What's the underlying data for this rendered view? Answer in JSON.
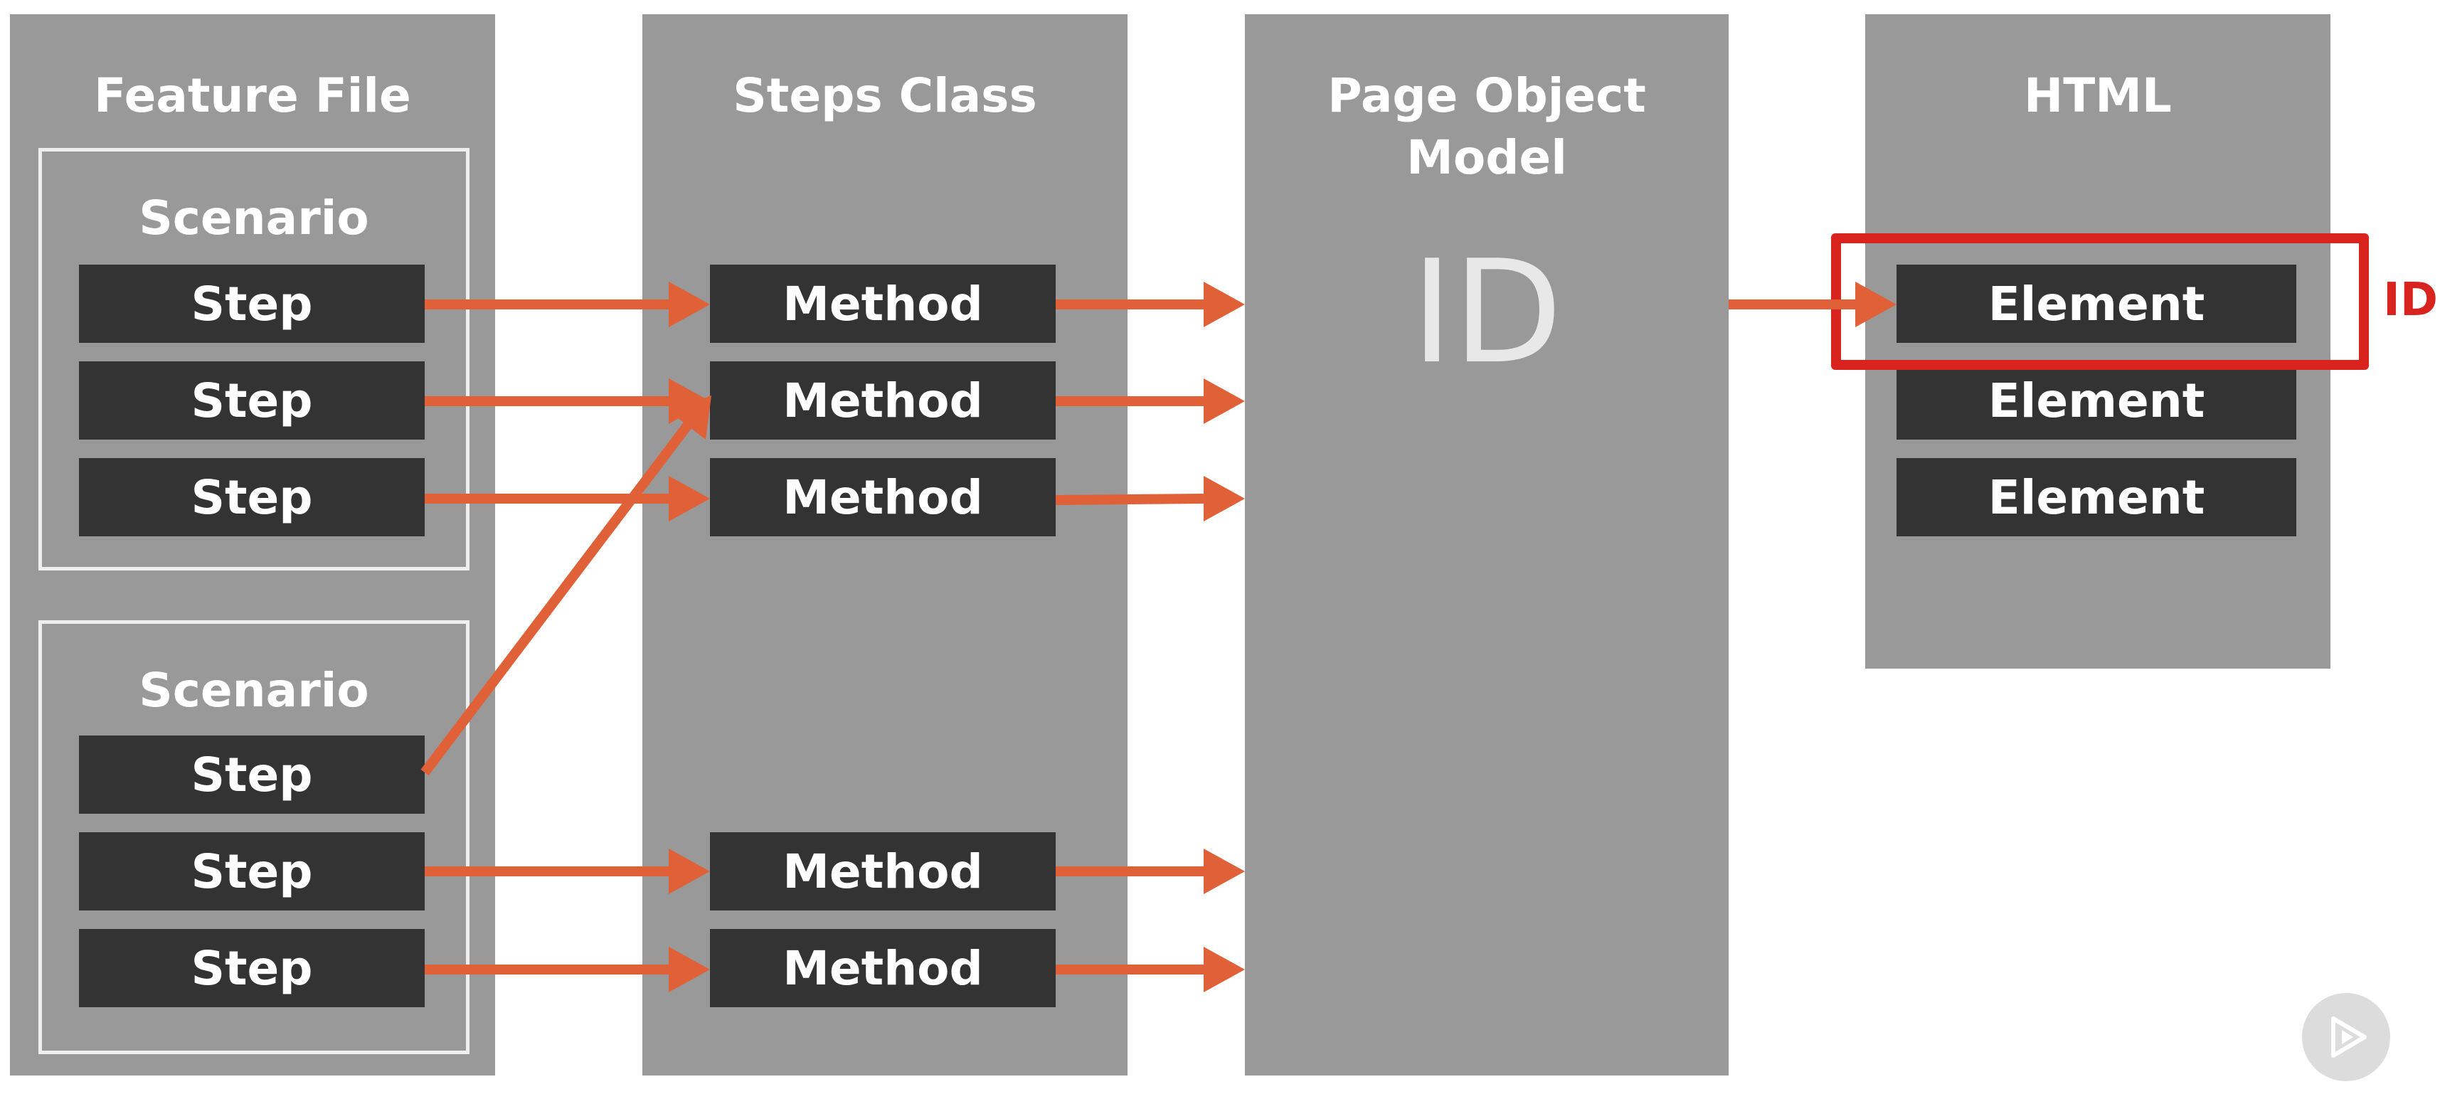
{
  "columns": {
    "feature_file": {
      "title": "Feature File"
    },
    "steps_class": {
      "title": "Steps Class"
    },
    "page_object_model": {
      "title_line1": "Page Object",
      "title_line2": "Model",
      "id_text": "ID"
    },
    "html": {
      "title": "HTML"
    }
  },
  "scenarios": [
    {
      "label": "Scenario",
      "steps": [
        "Step",
        "Step",
        "Step"
      ]
    },
    {
      "label": "Scenario",
      "steps": [
        "Step",
        "Step",
        "Step"
      ]
    }
  ],
  "methods": [
    "Method",
    "Method",
    "Method",
    "Method",
    "Method"
  ],
  "elements": [
    "Element",
    "Element",
    "Element"
  ],
  "highlight_label": "ID",
  "colors": {
    "column_bg": "#999999",
    "box_bg": "#333333",
    "arrow": "#e06038",
    "highlight": "#d9231f"
  },
  "icons": {
    "play": "play-icon"
  }
}
